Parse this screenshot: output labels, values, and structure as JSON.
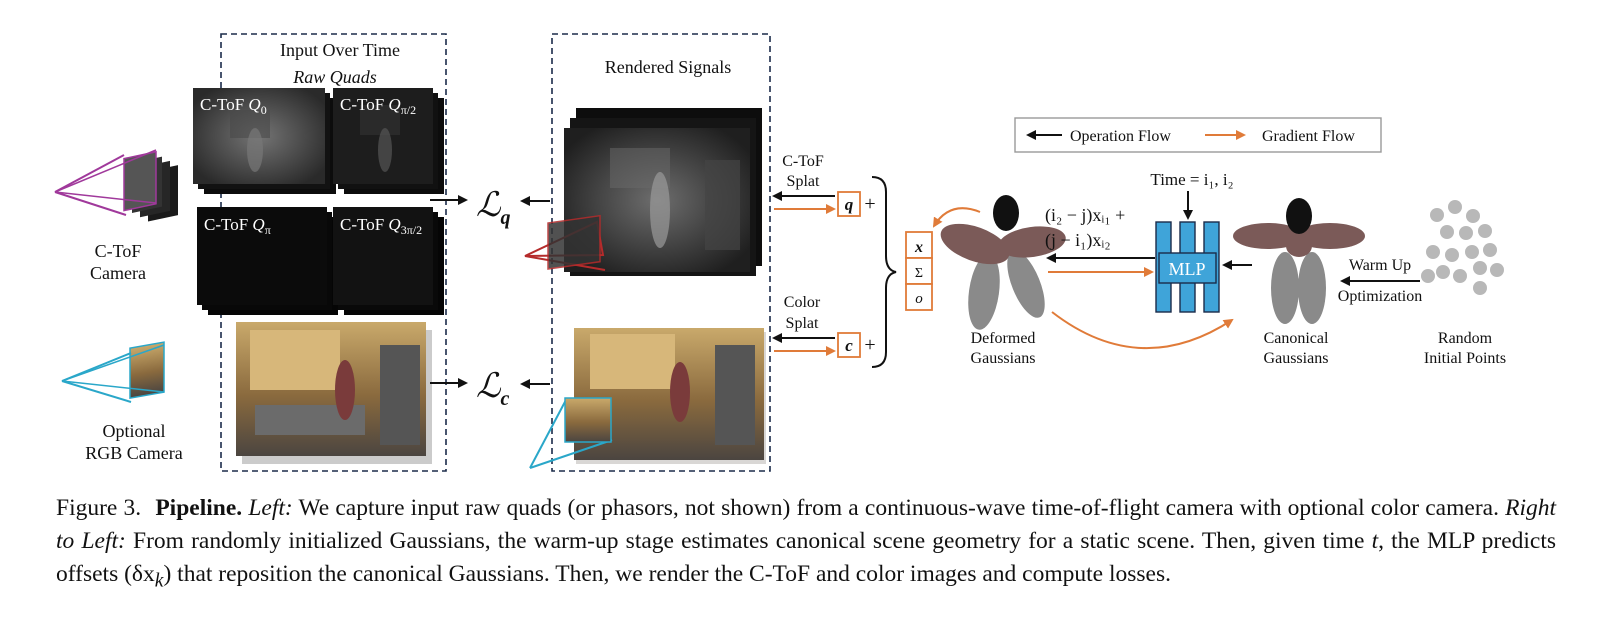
{
  "panels": {
    "input_title": "Input Over Time",
    "input_subtitle": "Raw Quads",
    "rendered_title": "Rendered Signals"
  },
  "quads": [
    {
      "prefix": "C-ToF ",
      "symbol": "Q",
      "sub": "0"
    },
    {
      "prefix": "C-ToF ",
      "symbol": "Q",
      "sub": "π/2"
    },
    {
      "prefix": "C-ToF ",
      "symbol": "Q",
      "sub": "π"
    },
    {
      "prefix": "C-ToF ",
      "symbol": "Q",
      "sub": "3π/2"
    }
  ],
  "cameras": {
    "ctof_line1": "C-ToF",
    "ctof_line2": "Camera",
    "rgb_line1": "Optional",
    "rgb_line2": "RGB Camera"
  },
  "losses": {
    "l_symbol": "ℒ",
    "q_sub": "q",
    "c_sub": "c"
  },
  "splats": {
    "ctof_line1": "C-ToF",
    "ctof_line2": "Splat",
    "color_line1": "Color",
    "color_line2": "Splat",
    "q_box": "q",
    "c_box": "c",
    "plus": "+"
  },
  "params": {
    "x": "x",
    "sigma": "Σ",
    "o": "o"
  },
  "legend": {
    "operation": "Operation Flow",
    "gradient": "Gradient Flow"
  },
  "mlp": {
    "label": "MLP",
    "time": "Time = i₁, i₂",
    "interp_line1": "(i₂ − j)xᵢ₁ +",
    "interp_line2": "(j − i₁)xᵢ₂"
  },
  "stages": {
    "deformed_line1": "Deformed",
    "deformed_line2": "Gaussians",
    "canonical_line1": "Canonical",
    "canonical_line2": "Gaussians",
    "random_line1": "Random",
    "random_line2": "Initial Points",
    "warmup_line1": "Warm Up",
    "warmup_line2": "Optimization"
  },
  "caption": {
    "figure_no": "Figure 3.",
    "bold": "Pipeline.",
    "left_label": "Left:",
    "left_text": "We capture input raw quads (or phasors, not shown) from a continuous-wave time-of-flight camera with optional color camera.",
    "rtl_label": "Right to Left:",
    "rtl_text": "From randomly initialized Gaussians, the warm-up stage estimates canonical scene geometry for a static scene. Then, given time",
    "t": "t",
    "mlp_text": ", the MLP predicts offsets",
    "offsets": "(δx",
    "offsets_sub": "k",
    "offsets_close": ")",
    "end_text": "that reposition the canonical Gaussians. Then, we render the C-ToF and color images and compute losses."
  },
  "colors": {
    "ctof_camera": "#a0399b",
    "rgb_camera": "#2aa7c9",
    "render_frustum": "#b52b2b",
    "gradient": "#e07b39",
    "mlp_fill": "#3fa4d9",
    "gaussian_dark": "#7b5a58",
    "gaussian_gray": "#8a8a8a"
  }
}
